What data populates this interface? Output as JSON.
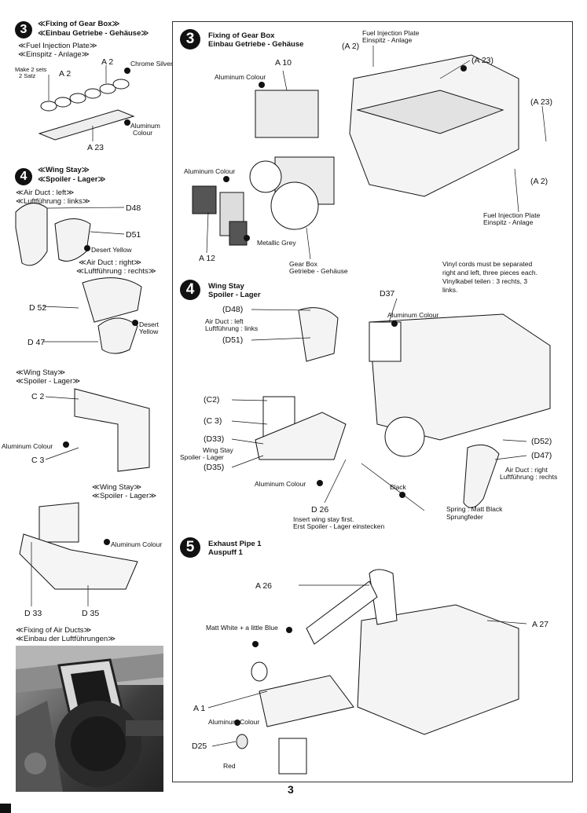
{
  "page_number": "3",
  "left": {
    "fix_gear_en": "≪Fixing of Gear Box≫",
    "fix_gear_de": "≪Einbau Getriebe - Gehäuse≫",
    "fuel_plate_en": "≪Fuel Injection Plate≫",
    "fuel_plate_de": "≪Einspitz - Anlage≫",
    "make_sets": "Make 2 sets",
    "satz": "2 Satz",
    "a2_left": "A 2",
    "a2_right": "A 2",
    "chrome_silver": "Chrome Silver",
    "aluminum": "Aluminum",
    "colour": "Colour",
    "a23": "A 23",
    "wing_stay_en": "≪Wing Stay≫",
    "spoiler_de": "≪Spoiler - Lager≫",
    "air_duct_left_en": "≪Air Duct : left≫",
    "air_duct_left_de": "≪Luftführung : links≫",
    "d48": "D48",
    "d51": "D51",
    "desert_yellow": "Desert Yellow",
    "air_duct_right_en": "≪Air Duct : right≫",
    "air_duct_right_de": "≪Luftführung : rechts≫",
    "d52": "D 52",
    "desert": "Desert",
    "yellow": "Yellow",
    "d47": "D 47",
    "wing_stay_2": "≪Wing Stay≫",
    "spoiler_lager_2": "≪Spoiler - Lager≫",
    "c2": "C 2",
    "aluminum_colour": "Aluminum Colour",
    "c3": "C 3",
    "wing_stay_3": "≪Wing Stay≫",
    "spoiler_lager_3": "≪Spoiler - Lager≫",
    "aluminum_colour_2": "Aluminum Colour",
    "d33": "D 33",
    "d35": "D 35",
    "fixing_air_ducts_en": "≪Fixing of Air Ducts≫",
    "fixing_air_ducts_de": "≪Einbau der Luftführungen≫"
  },
  "right": {
    "step3_num": "3",
    "step3_title_en": "Fixing of Gear Box",
    "step3_title_de": "Einbau Getriebe - Gehäuse",
    "fuel_plate_en": "Fuel Injection Plate",
    "fuel_plate_de": "Einspitz - Anlage",
    "a2_top": "(A 2)",
    "a23_top": "(A 23)",
    "a10": "A 10",
    "aluminum_colour_1": "Aluminum Colour",
    "a23_right": "(A 23)",
    "a2_right": "(A 2)",
    "aluminum_colour_2": "Aluminum Colour",
    "fuel_plate_en_2": "Fuel Injection Plate",
    "fuel_plate_de_2": "Einspitz - Anlage",
    "metallic_grey": "Metallic Grey",
    "a12": "A 12",
    "gear_box_en": "Gear Box",
    "gear_box_de": "Getriebe - Gehäuse",
    "vinyl_1": "Vinyl cords must be separated",
    "vinyl_2": "right and left, three pieces each.",
    "vinyl_3": "Vinylkabel teilen : 3 rechts, 3",
    "vinyl_4": "links.",
    "step4_num": "4",
    "step4_title_en": "Wing Stay",
    "step4_title_de": "Spoiler - Lager",
    "d37": "D37",
    "d48": "(D48)",
    "air_duct_left_en": "Air Duct : left",
    "air_duct_left_de": "Luftführung : links",
    "aluminum_colour_3": "Aluminum Colour",
    "d51": "(D51)",
    "c2": "(C2)",
    "c3": "(C 3)",
    "d33": "(D33)",
    "wing_stay": "Wing Stay",
    "spoiler_lager": "Spoiler - Lager",
    "d35": "(D35)",
    "d52": "(D52)",
    "d47": "(D47)",
    "air_duct_right_en": "Air Duct : right",
    "air_duct_right_de": "Luftführung : rechts",
    "aluminum_colour_4": "Aluminum Colour",
    "black": "Black",
    "d26": "D 26",
    "insert_en": "Insert wing stay first.",
    "insert_de": "Erst Spoiler - Lager einstecken",
    "spring_en": "Spring : Matt Black",
    "spring_de": "Sprungfeder",
    "step5_num": "5",
    "step5_title_en": "Exhaust Pipe 1",
    "step5_title_de": "Auspuff 1",
    "a26": "A 26",
    "a27": "A 27",
    "matt_white": "Matt White + a little Blue",
    "a1": "A 1",
    "aluminum_colour_5": "Aluminum Colour",
    "d25": "D25",
    "red": "Red"
  }
}
